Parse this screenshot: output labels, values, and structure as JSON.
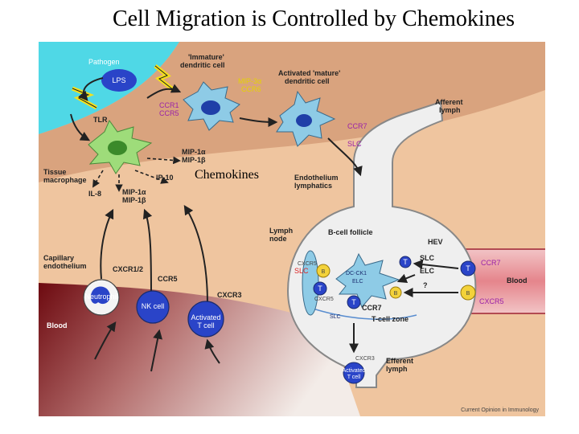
{
  "title": "Cell Migration is Controlled by Chemokines",
  "overlay_label": "Chemokines",
  "footer": "Current Opinion in Immunology",
  "labels": {
    "pathogen": "Pathogen",
    "lps": "LPS",
    "immature_1": "'Immature'",
    "immature_2": "dendritic cell",
    "mature_1": "Activated 'mature'",
    "mature_2": "dendritic cell",
    "mip3a": "MIP-3α",
    "ccr6": "CCR6",
    "ccr1": "CCR1",
    "ccr5_top": "CCR5",
    "tlr": "TLR",
    "ccr7_top": "CCR7",
    "slc_top": "SLC",
    "afferent_1": "Afferent",
    "afferent_2": "lymph",
    "mip1a_a": "MIP-1α",
    "mip1b_a": "MIP-1β",
    "tissue_1": "Tissue",
    "tissue_2": "macrophage",
    "ip10": "IP-10",
    "endo_1": "Endothelium",
    "endo_2": "lymphatics",
    "il8": "IL-8",
    "mip1a_b": "MIP-1α",
    "mip1b_b": "MIP-1β",
    "lymph_1": "Lymph",
    "lymph_2": "node",
    "bcell_follicle": "B-cell follicle",
    "hev": "HEV",
    "cap_1": "Capillary",
    "cap_2": "endothelium",
    "cxcr12": "CXCR1/2",
    "ccr5_mid": "CCR5",
    "cxcr3": "CXCR3",
    "neutrophil": "Neutrophil",
    "nk_cell": "NK cell",
    "act_t_1": "Activated",
    "act_t_2": "T cell",
    "blood_left": "Blood",
    "blood_right": "Blood",
    "cxcr5_in": "CXCR5",
    "slc_in_left": "SLC",
    "dcck1": "DC-CK1",
    "elc_in": "ELC",
    "cxcr5_low": "CXCR5",
    "slc_hev": "SLC",
    "elc_hev": "ELC",
    "question": "?",
    "ccr7_right": "CCR7",
    "cxcr5_right": "CXCR5",
    "ccr7_in": "CCR7",
    "slc_in_low": "SLC",
    "tcell_zone": "T-cell zone",
    "cxcr3_low": "CXCR3",
    "efferent_1": "Efferent",
    "efferent_2": "lymph",
    "act_t_low_1": "Activated",
    "act_t_low_2": "T cell",
    "b_cell": "B",
    "t_cell": "T"
  },
  "colors": {
    "sky": "#4fd8e6",
    "tissue": "#efc59f",
    "skin_band": "#d9a37e",
    "lymph_fill": "#efefef",
    "dc_blue": "#8ecbe6",
    "macrophage_green": "#9edc7a",
    "tcell_blue": "#2a44c8",
    "bcell_yellow": "#f3d23a",
    "blood_red": "#7a0b12",
    "vessel_pink": "#e99aa0"
  }
}
